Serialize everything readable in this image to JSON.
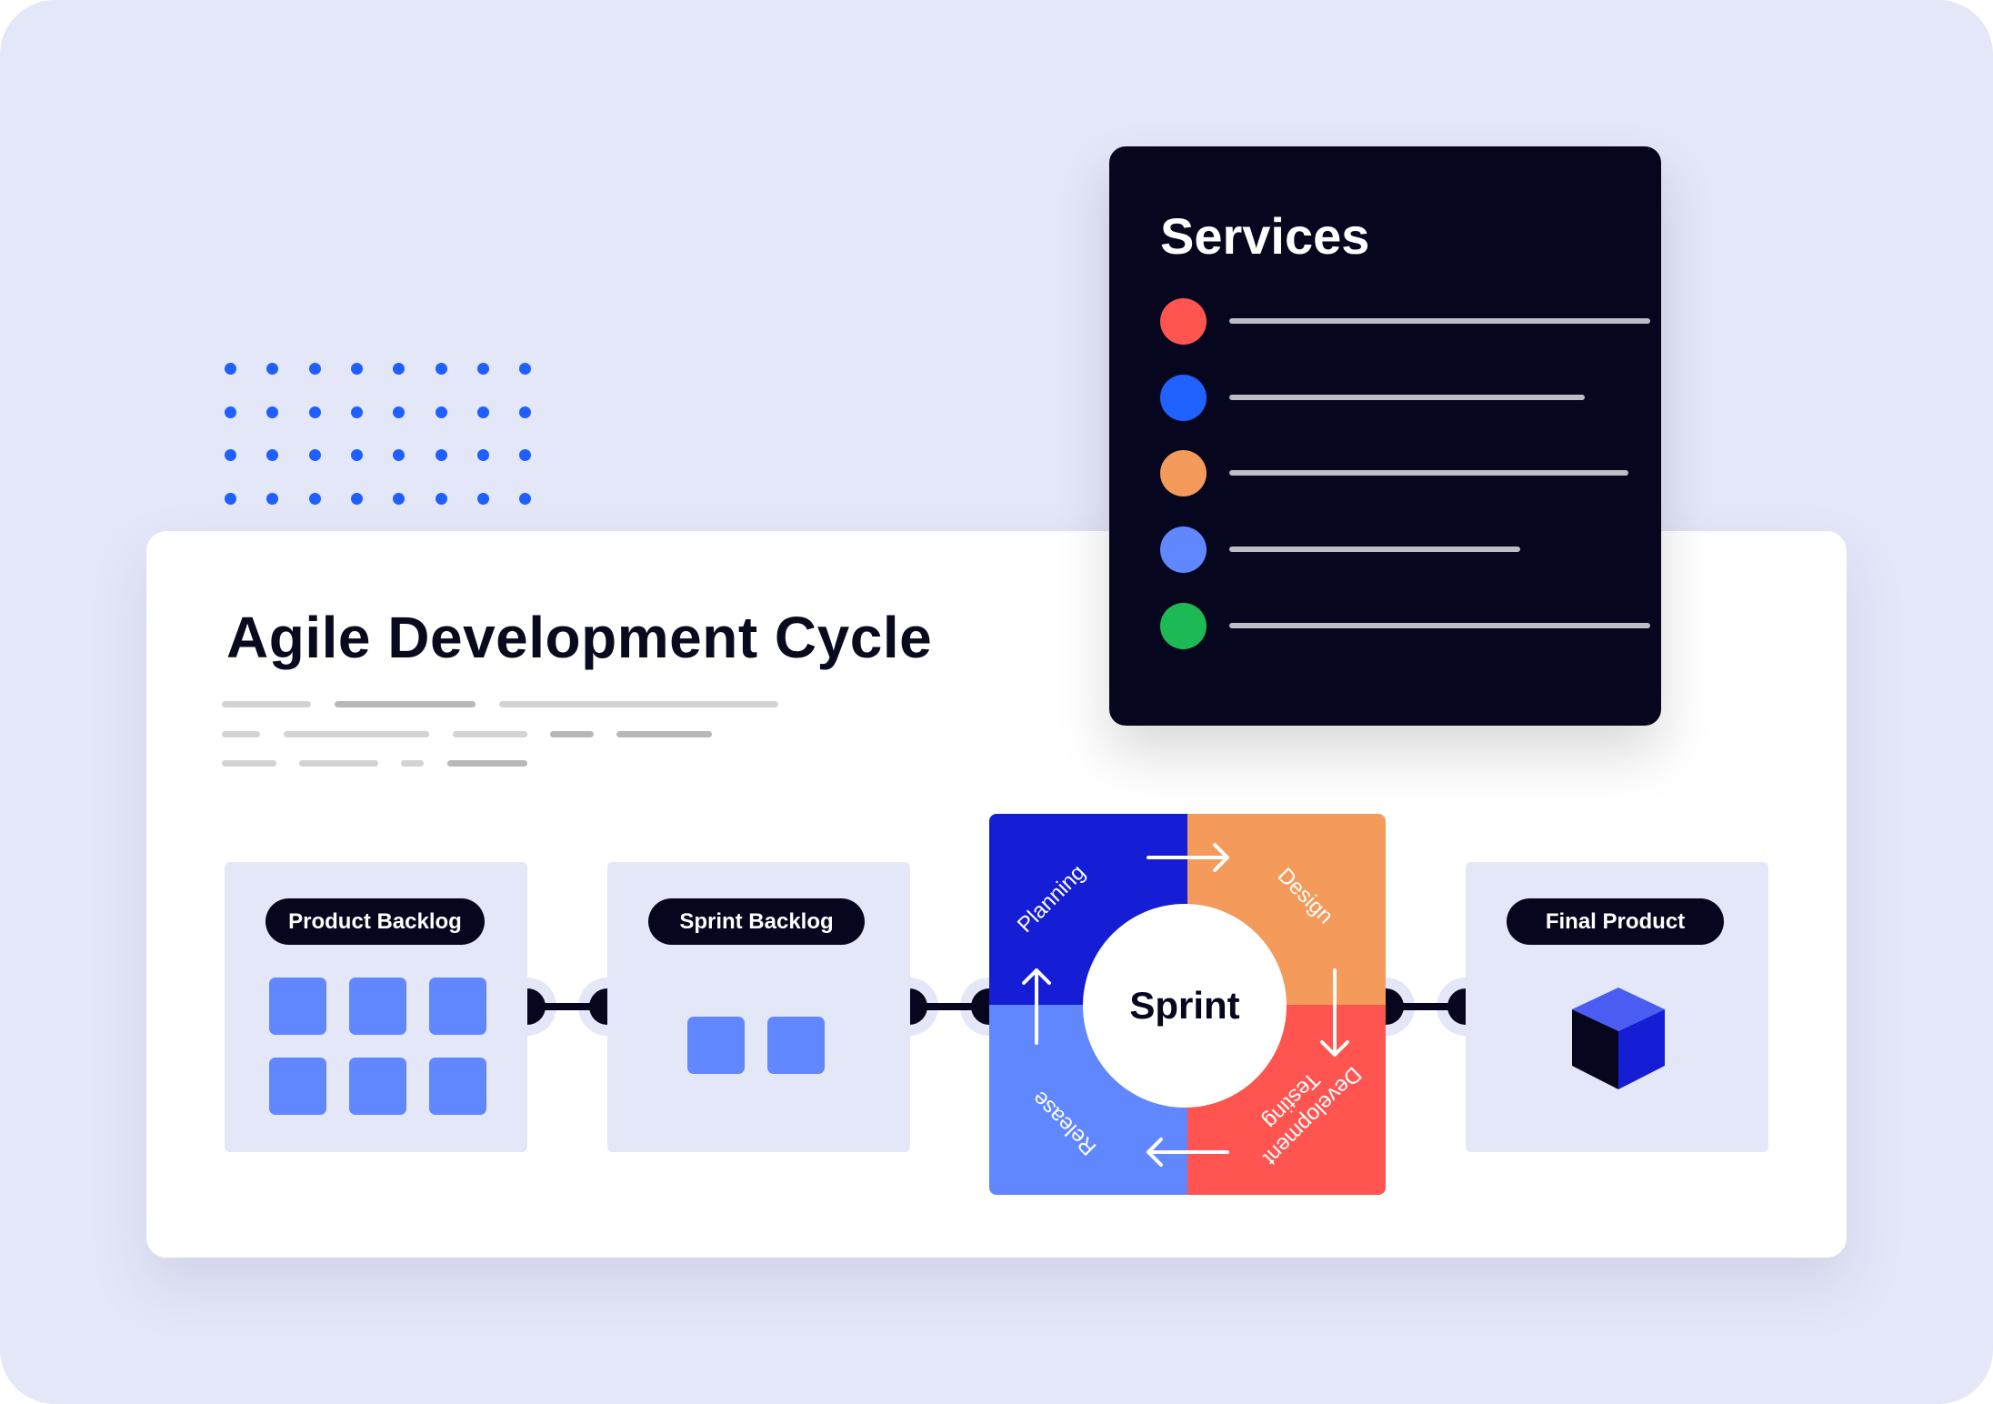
{
  "diagram": {
    "title": "Agile Development Cycle",
    "stages": [
      {
        "label": "Product Backlog",
        "items": 6
      },
      {
        "label": "Sprint Backlog",
        "items": 2
      },
      {
        "label": "Final Product"
      }
    ],
    "sprint": {
      "center": "Sprint",
      "phases": [
        "Planning",
        "Design",
        "Development",
        "Testing",
        "Release"
      ]
    }
  },
  "services": {
    "title": "Services",
    "colors": [
      "#FF544F",
      "#1F62FF",
      "#F49A5A",
      "#6187FF",
      "#1DB954"
    ]
  },
  "colors": {
    "planning": "#151ED4",
    "design": "#F49A5A",
    "development": "#FF544F",
    "release": "#6187FF",
    "dark": "#06061E"
  }
}
